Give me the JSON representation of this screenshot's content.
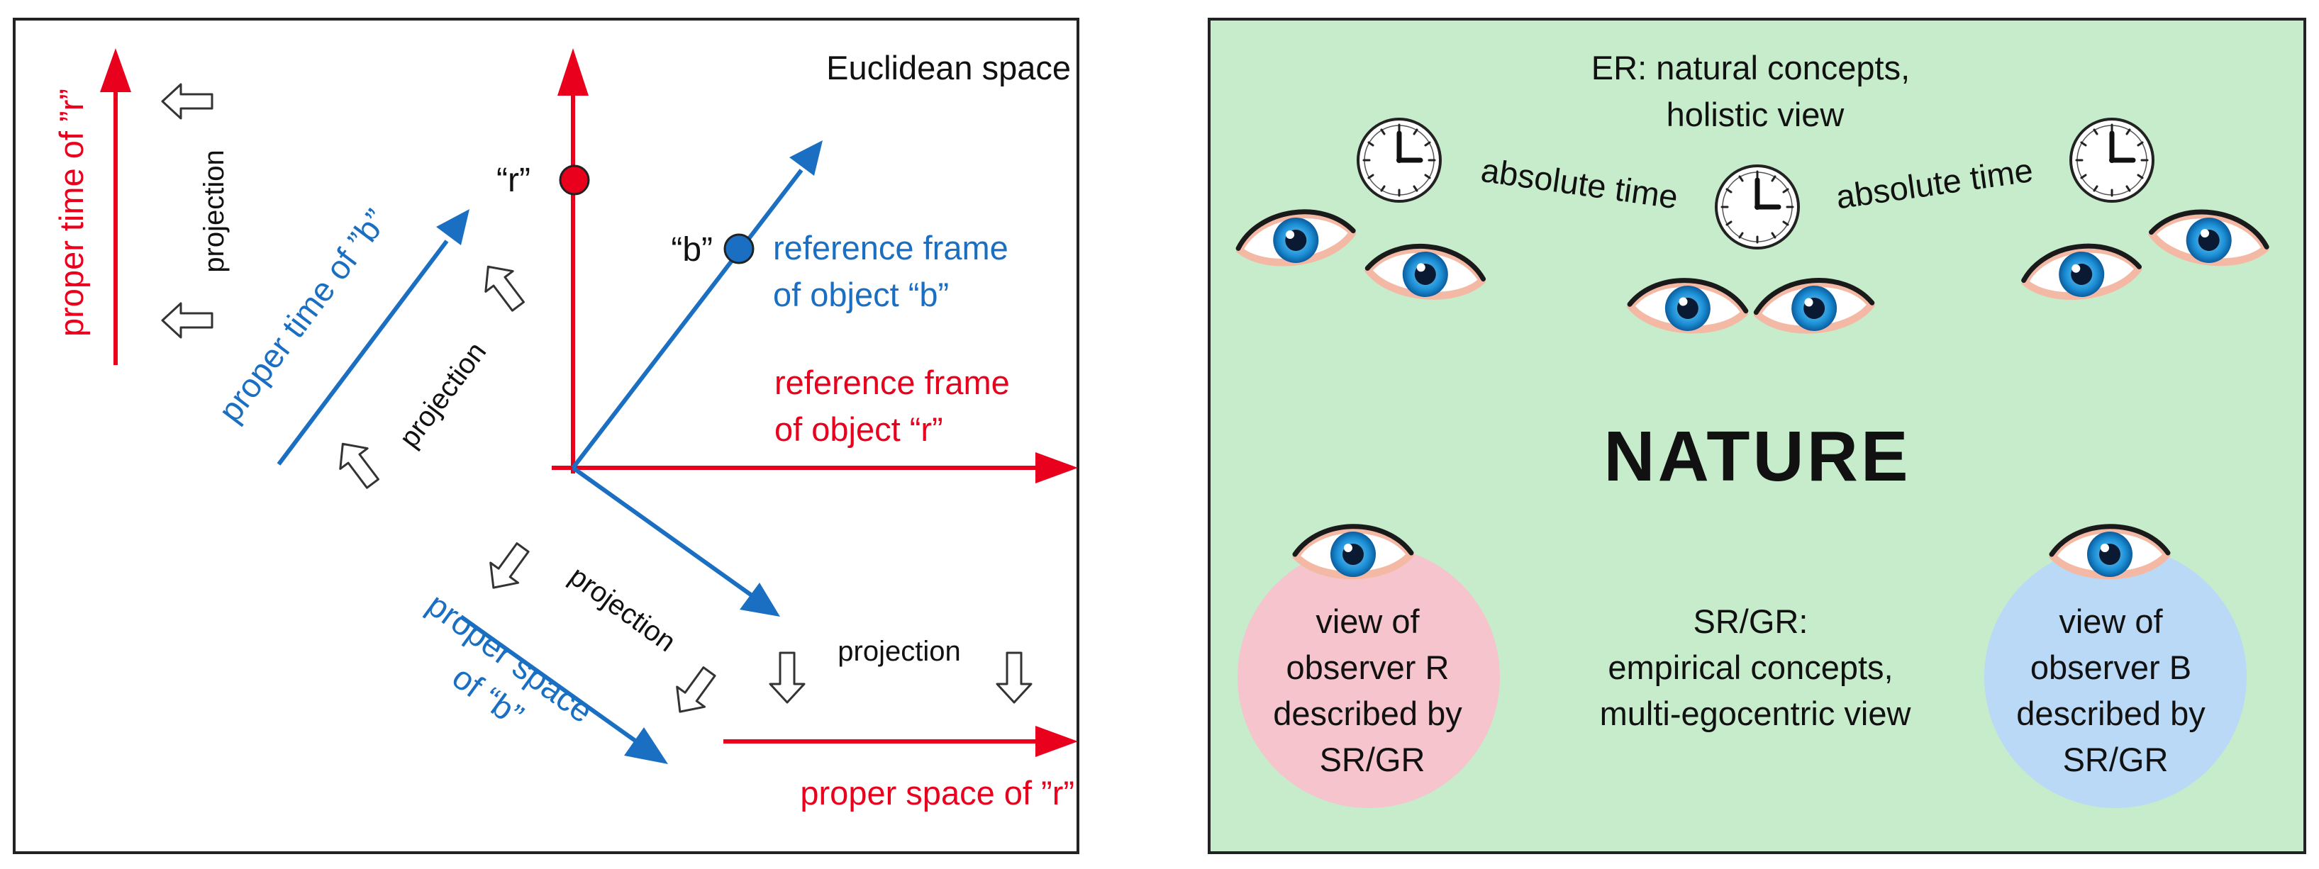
{
  "left_panel": {
    "title": "Euclidean space",
    "proper_time_r": "proper time of ”r”",
    "proper_time_b": "proper time of ”b”",
    "projection": "projection",
    "label_r": "“r”",
    "label_b": "“b”",
    "frame_b": [
      "reference frame",
      "of object “b”"
    ],
    "frame_r": [
      "reference frame",
      "of object “r”"
    ],
    "proper_space_b": [
      "proper space",
      "of “b”"
    ],
    "proper_space_r": "proper space of ”r”"
  },
  "right_panel": {
    "er_text": [
      "ER: natural concepts,",
      "holistic view"
    ],
    "absolute_time": "absolute time",
    "nature": "NATURE",
    "observer_r": [
      "view of",
      "observer R",
      "described by",
      "SR/GR"
    ],
    "observer_b": [
      "view of",
      "observer B",
      "described by",
      "SR/GR"
    ],
    "srgr_text": [
      "SR/GR:",
      "empirical concepts,",
      "multi-egocentric view"
    ]
  },
  "colors": {
    "red": "#e8001c",
    "blue": "#1a6fc2",
    "green_bg": "#c6eccb",
    "pink": "#f6c4cc",
    "light_blue": "#b9d9f7"
  }
}
